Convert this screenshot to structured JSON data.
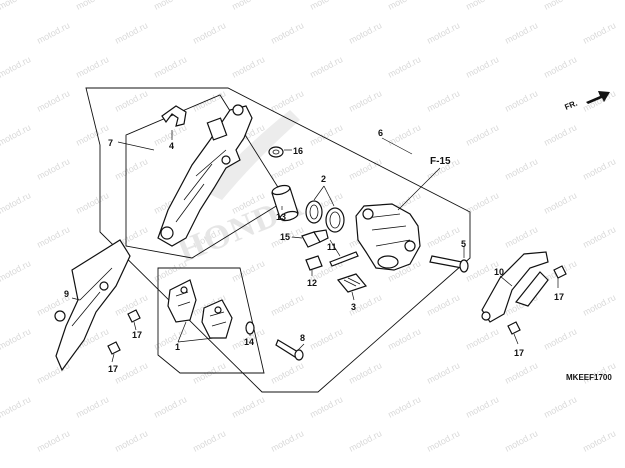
{
  "watermark": {
    "text": "motod.ru",
    "color": "#d9d9d9"
  },
  "background_logo": {
    "text": "HONDA",
    "color": "#e6e6e6"
  },
  "direction_marker": {
    "label": "FR.",
    "icon": "arrow-right-icon"
  },
  "reference": {
    "label": "F-15"
  },
  "diagram_code": "MKEEF1700",
  "callouts": {
    "c1": "1",
    "c2": "2",
    "c3": "3",
    "c4": "4",
    "c5": "5",
    "c6": "6",
    "c7": "7",
    "c8": "8",
    "c9": "9",
    "c10": "10",
    "c11": "11",
    "c12": "12",
    "c13": "13",
    "c14": "14",
    "c15": "15",
    "c16": "16",
    "c17a": "17",
    "c17b": "17",
    "c17c": "17",
    "c17d": "17"
  }
}
